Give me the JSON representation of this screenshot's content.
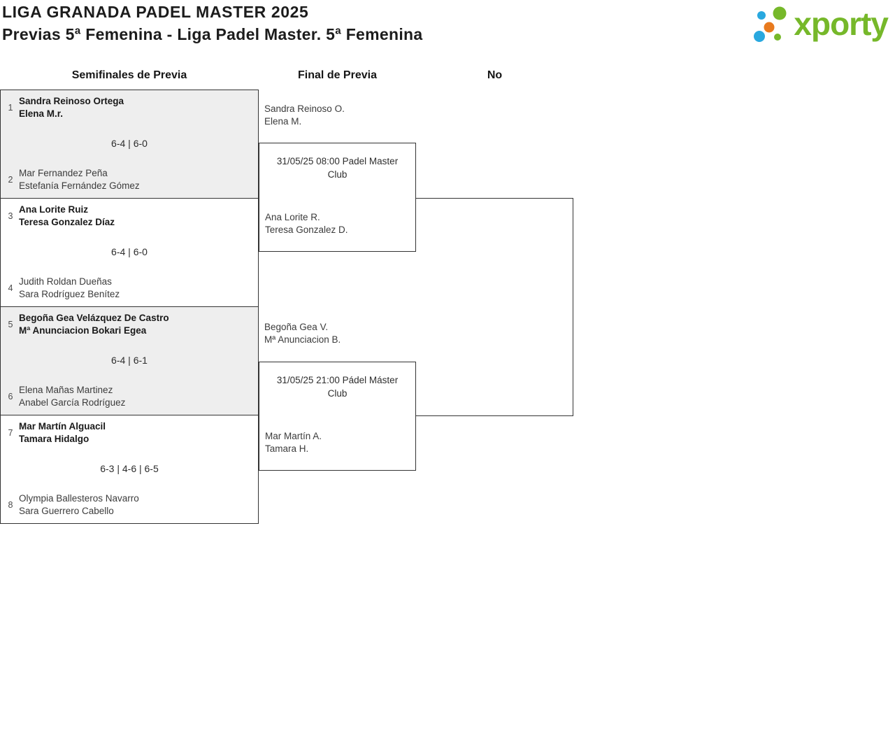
{
  "header": {
    "title": "LIGA GRANADA PADEL MASTER 2025",
    "subtitle": "Previas 5ª Femenina - Liga Padel Master. 5ª Femenina",
    "logo_text": "xporty",
    "logo_colors": {
      "green": "#76b82a",
      "blue": "#29a8df",
      "orange": "#e87a1e"
    }
  },
  "columns": [
    {
      "label": "Semifinales de Previa"
    },
    {
      "label": "Final de Previa"
    },
    {
      "label": "No"
    }
  ],
  "round1": [
    {
      "score": "6-4 | 6-0",
      "teams": [
        {
          "seed": "1",
          "players": [
            "Sandra Reinoso Ortega",
            "Elena M.r."
          ],
          "winner": true
        },
        {
          "seed": "2",
          "players": [
            "Mar Fernandez Peña",
            "Estefanía Fernández Gómez"
          ],
          "winner": false
        }
      ]
    },
    {
      "score": "6-4 | 6-0",
      "teams": [
        {
          "seed": "3",
          "players": [
            "Ana Lorite Ruiz",
            "Teresa Gonzalez Díaz"
          ],
          "winner": true
        },
        {
          "seed": "4",
          "players": [
            "Judith Roldan Dueñas",
            "Sara Rodríguez Benítez"
          ],
          "winner": false
        }
      ]
    },
    {
      "score": "6-4 | 6-1",
      "teams": [
        {
          "seed": "5",
          "players": [
            "Begoña Gea Velázquez De Castro",
            "Mª Anunciacion Bokari Egea"
          ],
          "winner": true
        },
        {
          "seed": "6",
          "players": [
            "Elena Mañas Martinez",
            "Anabel García Rodríguez"
          ],
          "winner": false
        }
      ]
    },
    {
      "score": "6-3 | 4-6 | 6-5",
      "teams": [
        {
          "seed": "7",
          "players": [
            "Mar Martín Alguacil",
            "Tamara Hidalgo"
          ],
          "winner": true
        },
        {
          "seed": "8",
          "players": [
            "Olympia Ballesteros Navarro",
            "Sara Guerrero Cabello"
          ],
          "winner": false
        }
      ]
    }
  ],
  "round2": [
    {
      "team_top": [
        "Sandra Reinoso O.",
        "Elena M."
      ],
      "match_info": "31/05/25 08:00 Padel Master Club",
      "team_bottom": [
        "Ana Lorite R.",
        "Teresa Gonzalez D."
      ]
    },
    {
      "team_top": [
        "Begoña Gea V.",
        "Mª Anunciacion B."
      ],
      "match_info": "31/05/25 21:00 Pádel Máster Club",
      "team_bottom": [
        "Mar Martín A.",
        "Tamara H."
      ]
    }
  ]
}
